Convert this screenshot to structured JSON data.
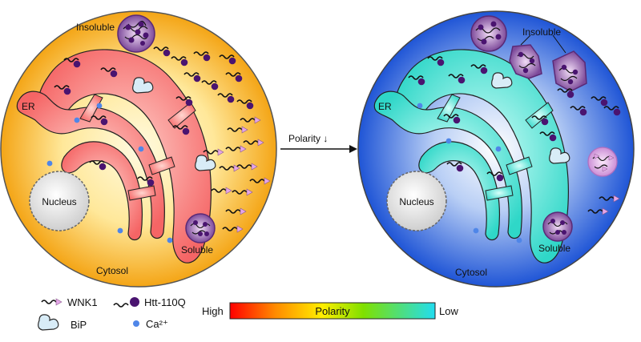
{
  "left_cell": {
    "insoluble_label": "Insoluble",
    "er_label": "ER",
    "nucleus_label": "Nucleus",
    "soluble_label": "Soluble",
    "cytosol_label": "Cytosol"
  },
  "right_cell": {
    "insoluble_label": "Insoluble",
    "er_label": "ER",
    "nucleus_label": "Nucleus",
    "soluble_label": "Soluble",
    "cytosol_label": "Cytosol"
  },
  "arrow": {
    "label": "Polarity ↓"
  },
  "legend": {
    "wnk1": "WNK1",
    "htt": "Htt-110Q",
    "bip": "BiP",
    "ca": "Ca²⁺"
  },
  "polarity_bar": {
    "high": "High",
    "title": "Polarity",
    "low": "Low"
  },
  "colors": {
    "left_cell_center": "#fff6c9",
    "left_cell_edge": "#f4a516",
    "right_cell_center": "#ffffff",
    "right_cell_edge": "#1f55d6",
    "left_er_fill": "#f87070",
    "right_er_fill": "#3fe0d0",
    "htt_purple": "#4a1470",
    "wnk1_pink": "#e5a6e8",
    "ca_blue": "#4f86e8"
  }
}
